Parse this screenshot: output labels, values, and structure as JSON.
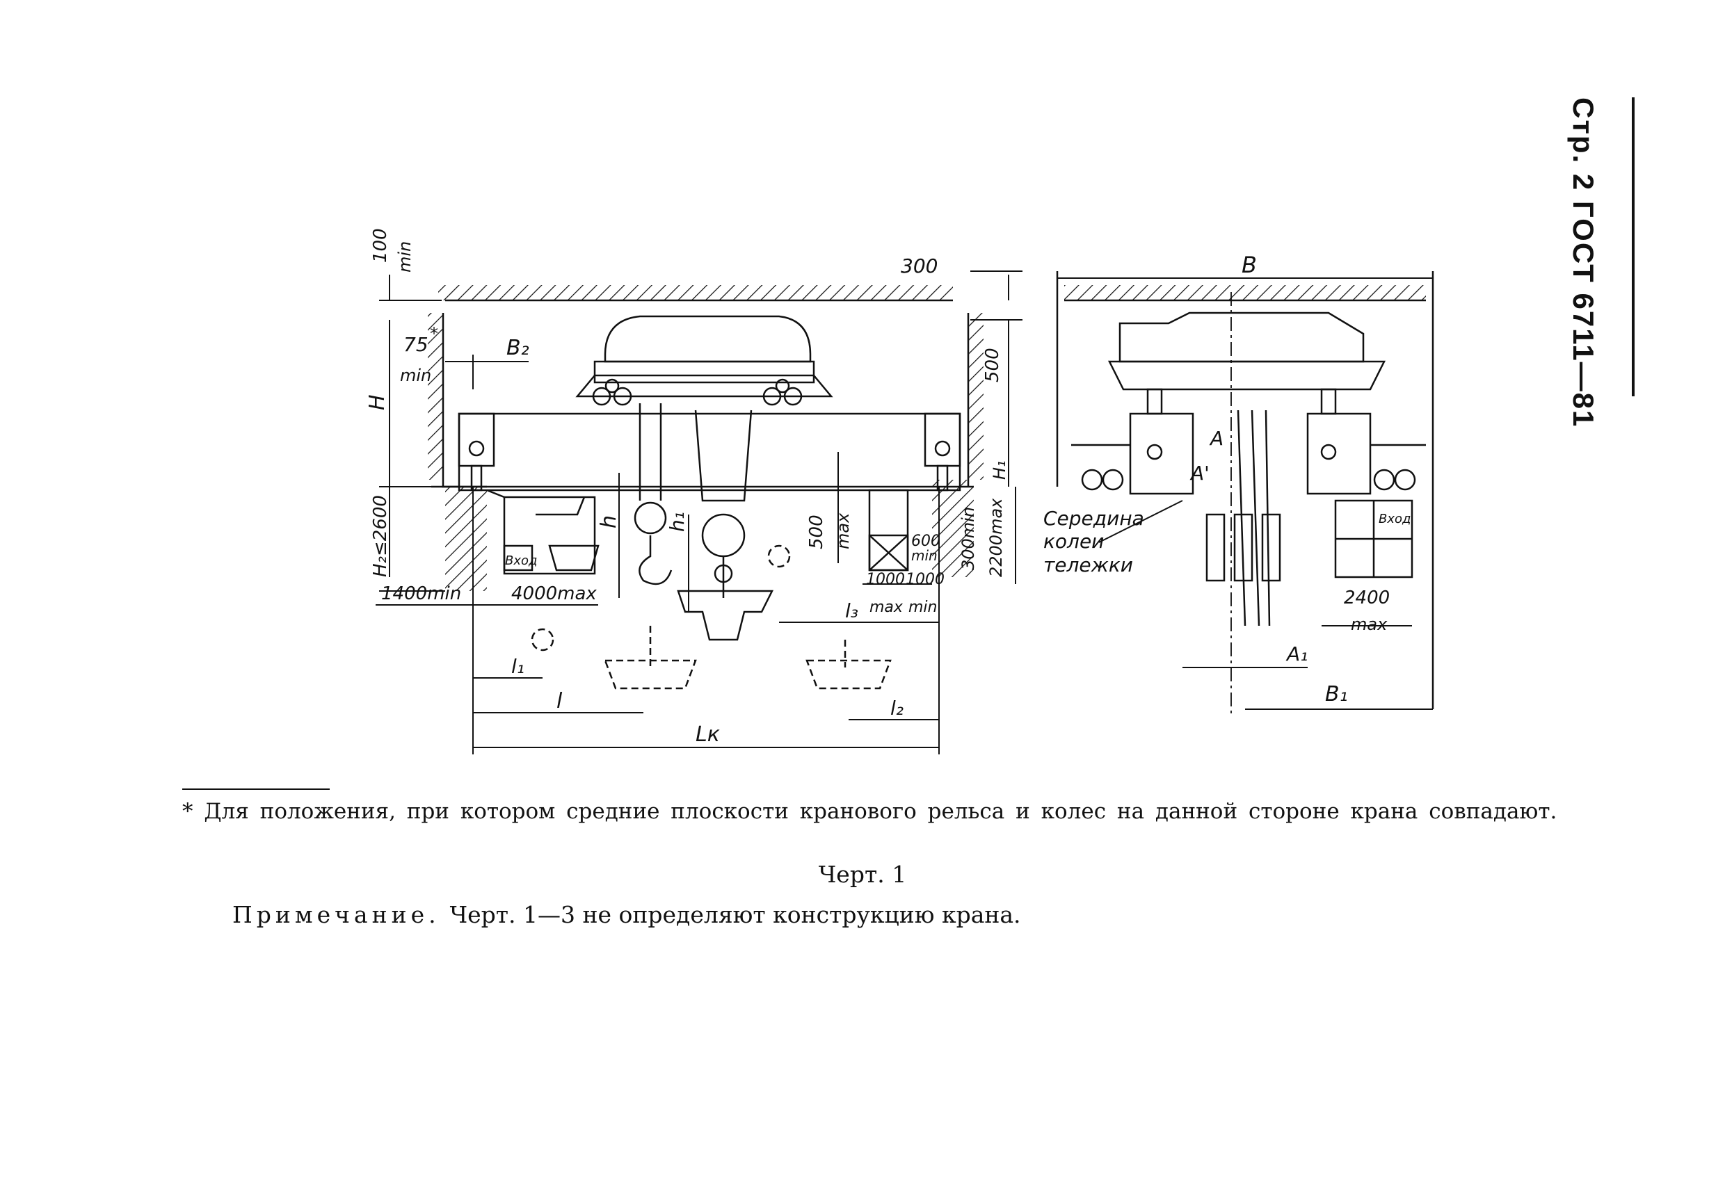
{
  "header": {
    "page_ref": "Стр. 2 ГОСТ 6711—81"
  },
  "drawing": {
    "dims": {
      "top_clear": "100",
      "top_clear_min": "min",
      "right_gap": "300",
      "angle": "75",
      "angle_mark": "*",
      "angle_min": "min",
      "b2": "B₂",
      "h_total": "H",
      "side_clear": "500",
      "h2": "H₂≤2600",
      "h": "h",
      "h1": "h₁",
      "cab_h": "500",
      "cab_h_max": "max",
      "entry_w": "600",
      "entry_w_min": "min",
      "depth1": "300min",
      "depth2": "2200max",
      "h1_right": "H₁",
      "clear_left": "1400min",
      "cab_w": "4000max",
      "w1000a": "1000",
      "w1000a_max": "max",
      "w1000b": "1000",
      "w1000b_min": "min",
      "l1": "l₁",
      "l": "l",
      "l2": "l₂",
      "l3": "l₃",
      "lk": "Lк",
      "vhod": "Вход",
      "vhod2": "Вход",
      "B": "B",
      "A": "A",
      "A_prime": "A'",
      "A1": "A₁",
      "B1": "B₁",
      "cab2_w": "2400",
      "cab2_max": "max",
      "center_label_1": "Середина",
      "center_label_2": "колеи",
      "center_label_3": "тележки"
    }
  },
  "footnote": "* Для положения, при котором средние плоскости кранового рельса и колес на данной стороне крана совпадают.",
  "caption": "Черт. 1",
  "note": {
    "label": "Примечание.",
    "text": "Черт. 1—3 не определяют конструкцию крана."
  }
}
